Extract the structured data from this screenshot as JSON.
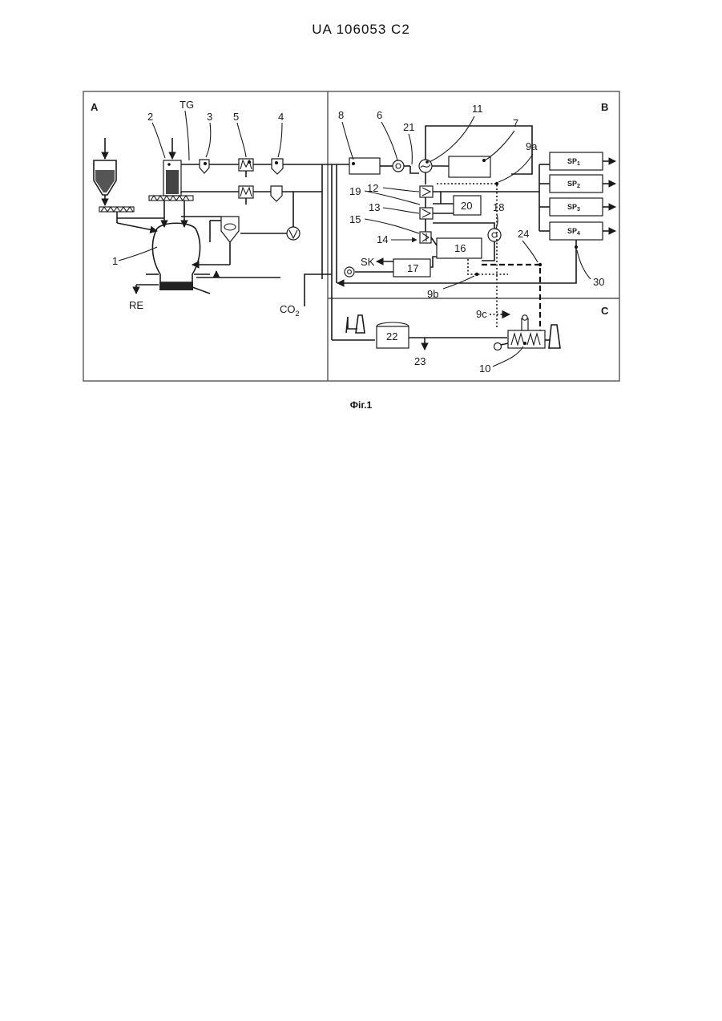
{
  "header": {
    "patent_number": "UA   106053   C2"
  },
  "caption": "Фіг.1",
  "sections": [
    "A",
    "B",
    "C"
  ],
  "labels": {
    "n1": "1",
    "n2": "2",
    "n3": "3",
    "n4": "4",
    "n5": "5",
    "n6": "6",
    "n7": "7",
    "n8": "8",
    "n9a": "9a",
    "n9b": "9b",
    "n9c": "9c",
    "n10": "10",
    "n11": "11",
    "n12": "12",
    "n13": "13",
    "n14": "14",
    "n15": "15",
    "n18": "18",
    "n19": "19",
    "n21": "21",
    "n23": "23",
    "n24": "24",
    "n30": "30",
    "tg": "TG",
    "re": "RE",
    "sk": "SK",
    "co2": "CO",
    "co2_sub": "2"
  },
  "boxes": {
    "b16": "16",
    "b17": "17",
    "b20": "20",
    "b22": "22"
  },
  "sp_units": [
    {
      "base": "SP",
      "sub": "1"
    },
    {
      "base": "SP",
      "sub": "2"
    },
    {
      "base": "SP",
      "sub": "3"
    },
    {
      "base": "SP",
      "sub": "4"
    }
  ]
}
